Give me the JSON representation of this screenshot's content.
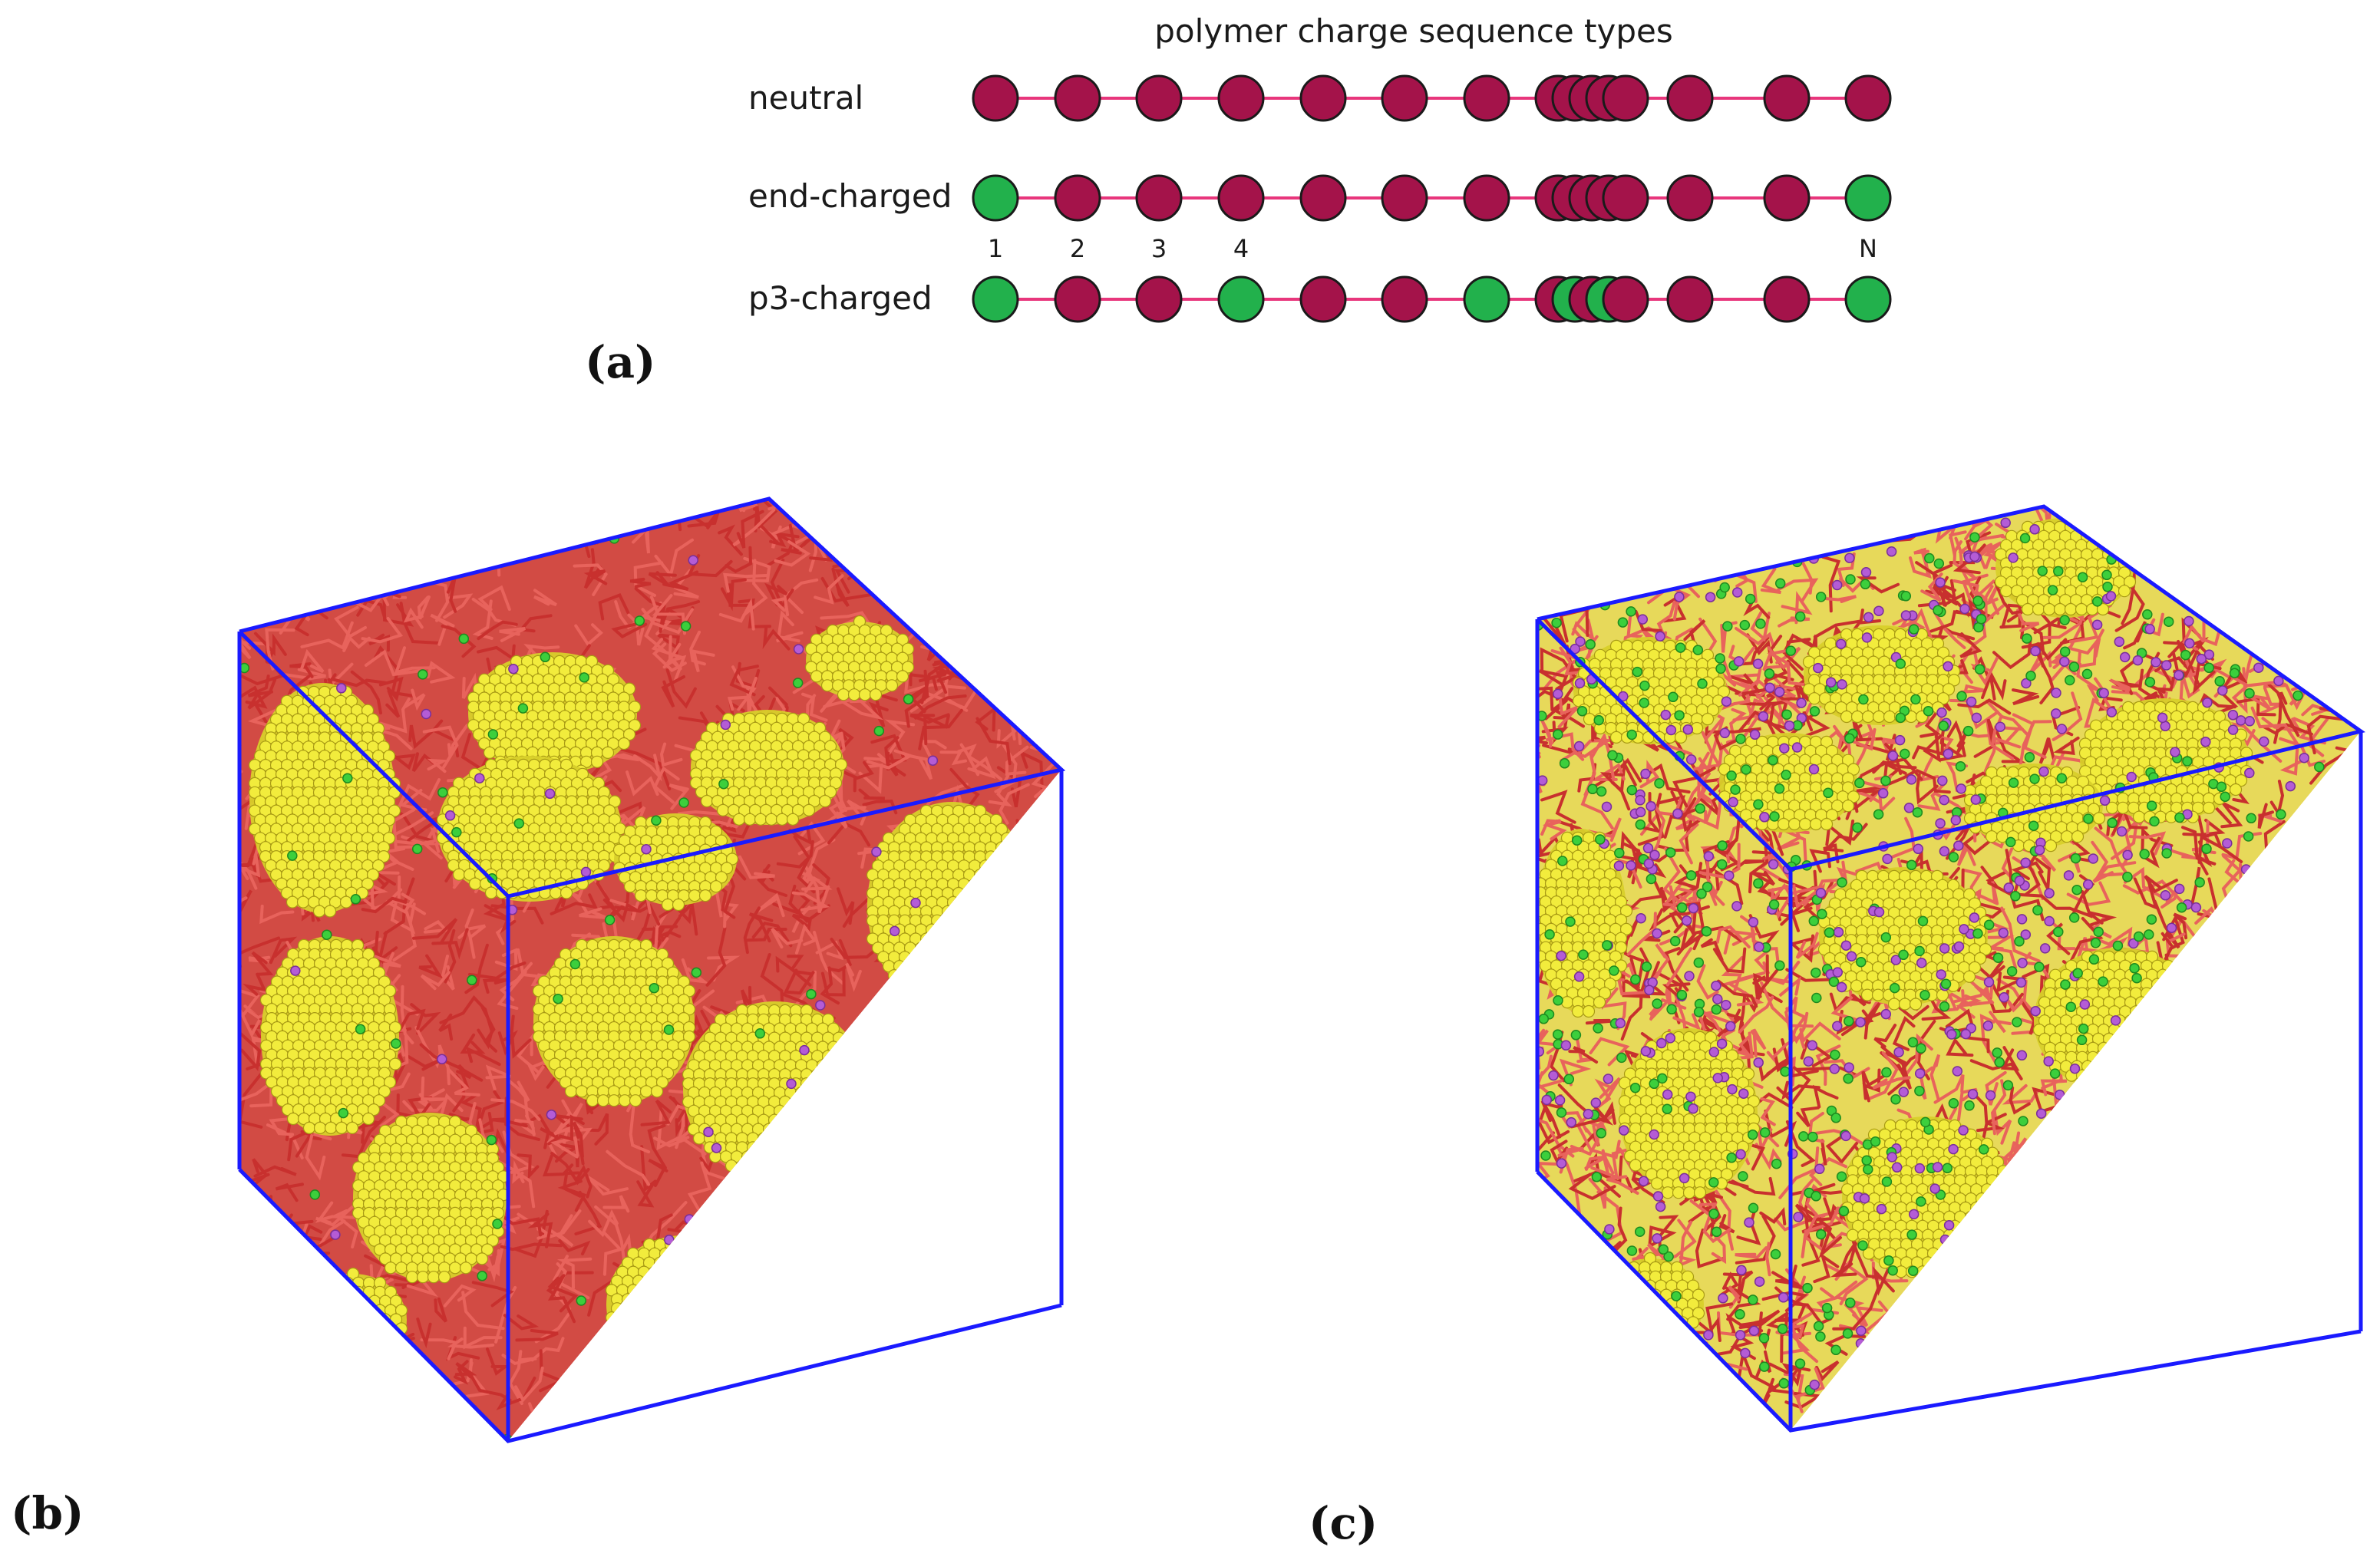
{
  "colors": {
    "neutral_bead": "#a4134a",
    "charged_bead": "#22b14c",
    "bond": "#e8367c",
    "box_edge": "#1a1aff",
    "micelle": "#f2ec3c",
    "polymer_strand": "#d93a3a",
    "ion_green": "#3ccf3c",
    "ion_purple": "#b45cd6"
  },
  "panel_a": {
    "title": "polymer charge sequence types",
    "label": "(a)",
    "rows": [
      {
        "name": "neutral",
        "pattern": [
          "n",
          "n",
          "n",
          "n",
          "n",
          "n",
          "n",
          "n",
          "n",
          "n",
          "n",
          "n",
          "n",
          "n",
          "n"
        ]
      },
      {
        "name": "end-charged",
        "pattern": [
          "c",
          "n",
          "n",
          "n",
          "n",
          "n",
          "n",
          "n",
          "n",
          "n",
          "n",
          "n",
          "n",
          "n",
          "c"
        ]
      },
      {
        "name": "p3-charged",
        "pattern": [
          "c",
          "n",
          "n",
          "c",
          "n",
          "n",
          "c",
          "n",
          "c",
          "n",
          "c",
          "n",
          "n",
          "n",
          "c"
        ]
      }
    ],
    "index_labels": [
      "1",
      "2",
      "3",
      "4",
      "N"
    ]
  },
  "panel_b": {
    "label": "(b)",
    "style": "neutral-rich"
  },
  "panel_c": {
    "label": "(c)",
    "style": "charged-rich"
  }
}
